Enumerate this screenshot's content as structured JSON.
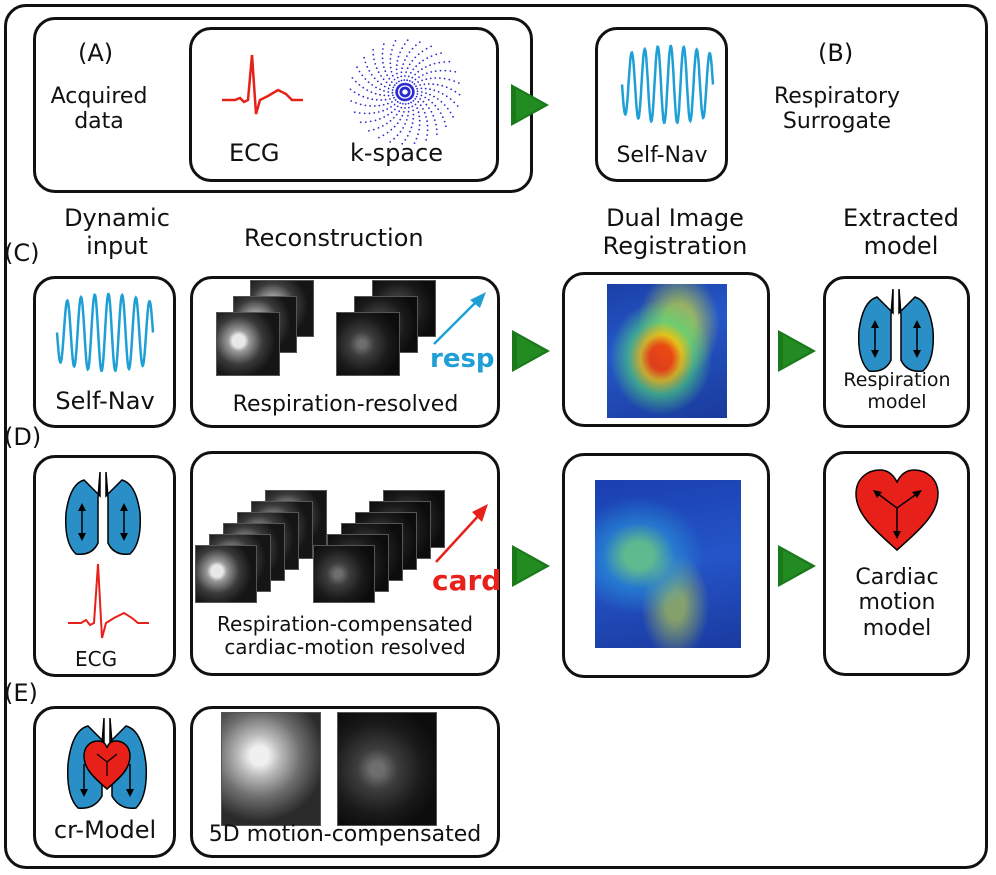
{
  "panel_a": {
    "letter": "(A)",
    "label": "Acquired\ndata",
    "ecg_label": "ECG",
    "kspace_label": "k-space"
  },
  "panel_b": {
    "letter": "(B)",
    "label": "Respiratory\nSurrogate",
    "selfnav_label": "Self-Nav"
  },
  "headers": {
    "dynamic_input": "Dynamic\ninput",
    "reconstruction": "Reconstruction",
    "dual_registration": "Dual Image\nRegistration",
    "extracted_model": "Extracted\nmodel"
  },
  "panel_c": {
    "letter": "(C)",
    "input_label": "Self-Nav",
    "recon_label": "Respiration-resolved",
    "arrow_label": "resp",
    "model_label": "Respiration\nmodel"
  },
  "panel_d": {
    "letter": "(D)",
    "input_label": "ECG",
    "recon_label": "Respiration-compensated\ncardiac-motion resolved",
    "arrow_label": "card",
    "model_label": "Cardiac\nmotion\nmodel"
  },
  "panel_e": {
    "letter": "(E)",
    "model_label": "cr-Model",
    "recon_label": "5D motion-compensated"
  },
  "colors": {
    "arrow_green": "#228b22",
    "ecg_red": "#e8201a",
    "nav_blue": "#1e9fd6",
    "lung_blue": "#2a8fc7",
    "heart_red": "#e8201a",
    "kspace_blue": "#2a2ad0"
  }
}
